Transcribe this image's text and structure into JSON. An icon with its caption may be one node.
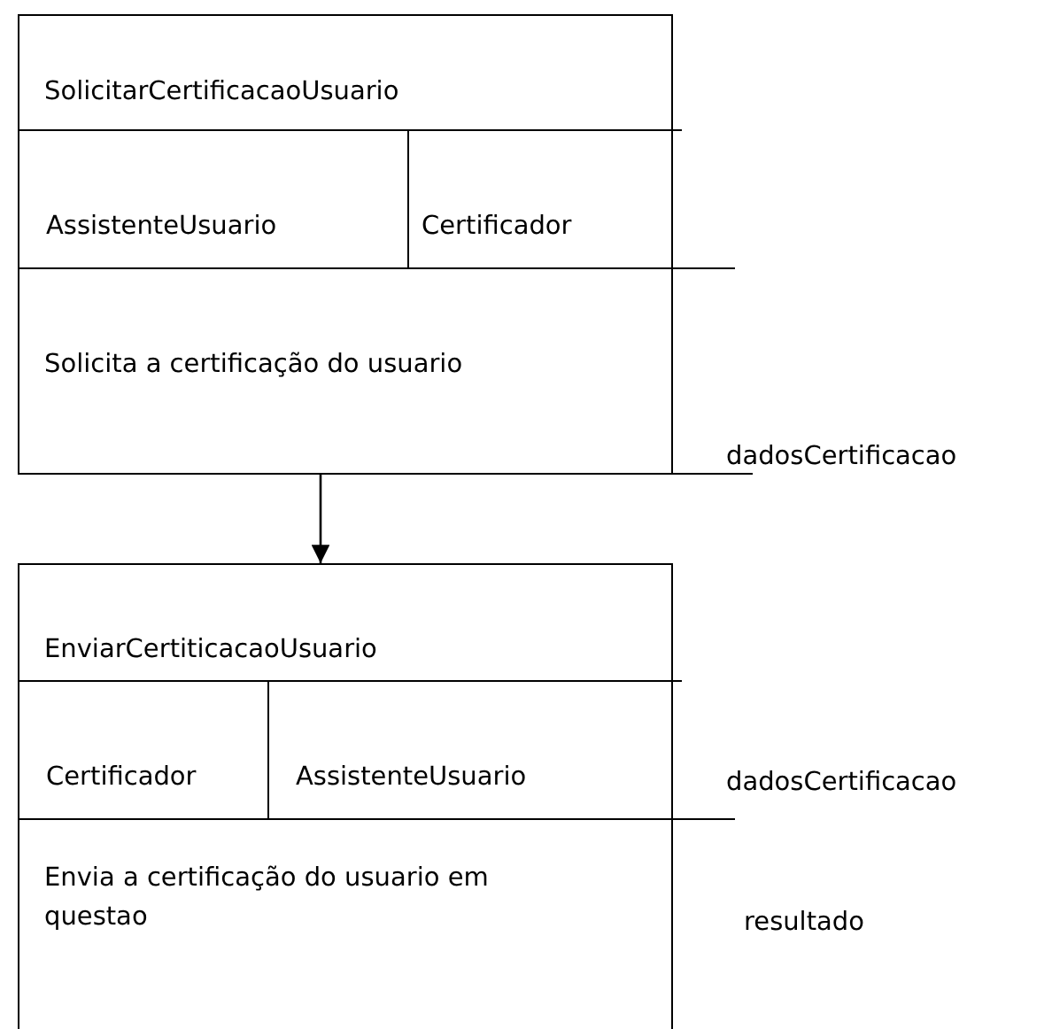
{
  "diagram": {
    "nodes": [
      {
        "text": [
          "SolicitarCertificacaoUsuario",
          "Solicita a certificação do usuario"
        ],
        "beside": [
          "dadosCertificacao"
        ]
      },
      {
        "text": [
          "AssistenteUsuario"
        ],
        "in": 0
      },
      {
        "text": [
          "Certificador"
        ],
        "in": 0
      },
      {
        "text": [
          "EnviarCertiticacaoUsuario",
          "Envia a certificação do usuario em questao"
        ],
        "beside": [
          "dadosCertificacao",
          "resultado"
        ]
      },
      {
        "text": [
          "Certificador"
        ],
        "in": 3
      },
      {
        "text": [
          "AssistenteUsuario"
        ],
        "in": 3
      }
    ],
    "edges": [
      {
        "from": 0,
        "to": 3,
        "arrow": "to"
      }
    ]
  }
}
